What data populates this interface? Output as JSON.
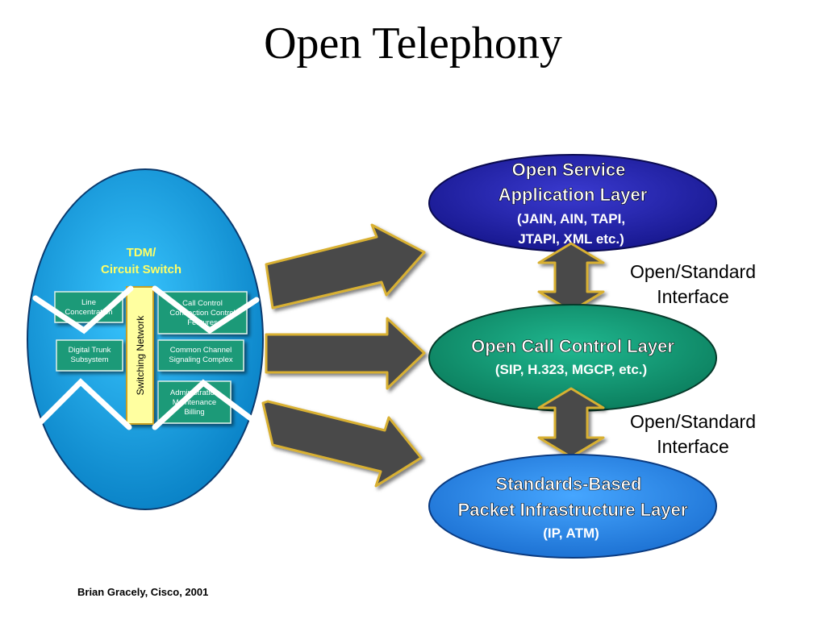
{
  "slide": {
    "title": "Open Telephony",
    "footer": "Brian Gracely, Cisco, 2001"
  },
  "tdm": {
    "heading": [
      "TDM/",
      "Circuit Switch"
    ],
    "switching_network": "Switching Network",
    "modules": {
      "line_concentration": [
        "Line",
        "Concentration"
      ],
      "call_control": [
        "Call Control",
        "Connection Control",
        "Features"
      ],
      "digital_trunk": [
        "Digital Trunk",
        "Subsystem"
      ],
      "common_channel": [
        "Common Channel",
        "Signaling Complex"
      ],
      "administration": [
        "Administration",
        "Maintenance",
        "Billing"
      ]
    }
  },
  "layers": {
    "service": {
      "lines": [
        "Open Service",
        "Application Layer"
      ],
      "sublines": [
        "(JAIN, AIN, TAPI,",
        "JTAPI, XML etc.)"
      ]
    },
    "call_control": {
      "lines": [
        "Open Call Control Layer"
      ],
      "sublines": [
        "(SIP, H.323, MGCP, etc.)"
      ]
    },
    "packet": {
      "lines": [
        "Standards-Based",
        "Packet Infrastructure Layer"
      ],
      "sublines": [
        "(IP, ATM)"
      ]
    }
  },
  "interfaces": {
    "upper": [
      "Open/Standard",
      "Interface"
    ],
    "lower": [
      "Open/Standard",
      "Interface"
    ]
  },
  "colors": {
    "tdm_oval": "#1fa8e6",
    "service_oval": "#2a2ab8",
    "call_control_oval": "#1aa07a",
    "packet_oval": "#2b8ae8",
    "module_box": "#1a9a78",
    "switching_bar": "#ffffa0",
    "arrow_fill": "#4a4a4a",
    "arrow_edge": "#d8b030"
  }
}
